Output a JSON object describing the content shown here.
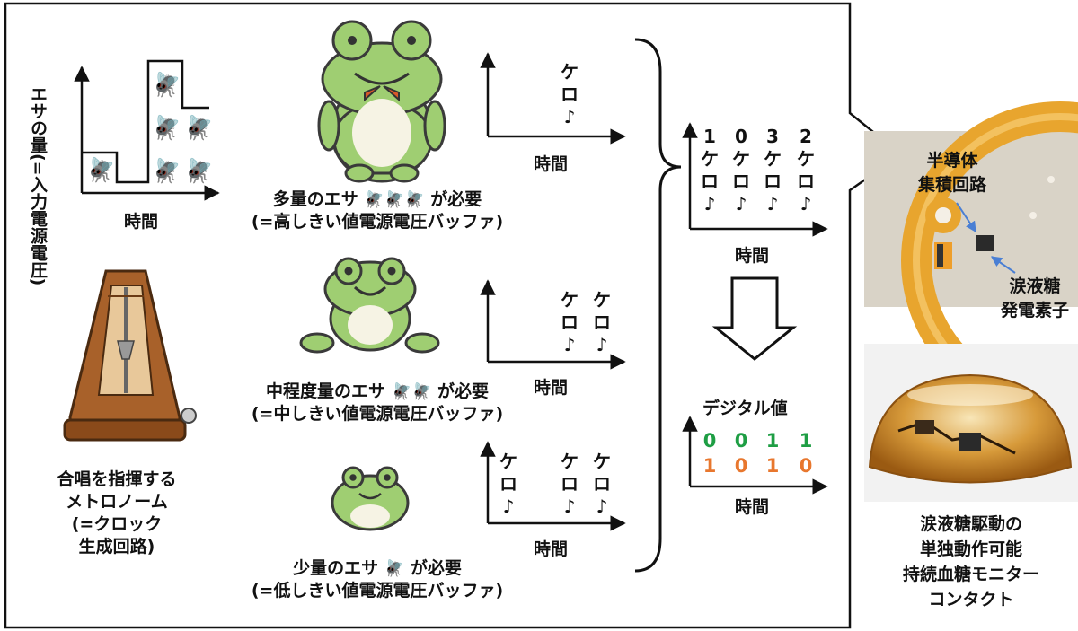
{
  "fly_chart": {
    "ylabel_line1": "エサの量",
    "ylabel_line2": "(=入力電源電圧)",
    "xlabel": "時間"
  },
  "metronome": {
    "caption_lines": [
      "合唱を指揮する",
      "メトロノーム",
      "(=クロック",
      "生成回路)"
    ]
  },
  "frogs": [
    {
      "line1_pre": "多量のエサ",
      "line1_post": "が必要",
      "line2": "(=高しきい値電源電圧バッファ)",
      "xlabel": "時間"
    },
    {
      "line1_pre": "中程度量のエサ",
      "line1_post": "が必要",
      "line2": "(=中しきい値電源電圧バッファ)",
      "xlabel": "時間"
    },
    {
      "line1_pre": "少量のエサ",
      "line1_post": "が必要",
      "line2": "(=低しきい値電源電圧バッファ)",
      "xlabel": "時間"
    }
  ],
  "kero": {
    "k1": "ケ",
    "k2": "ロ",
    "k3": "♪"
  },
  "combined": {
    "counts": [
      "1",
      "0",
      "3",
      "2"
    ],
    "xlabel": "時間"
  },
  "digital": {
    "title": "デジタル値",
    "row1": [
      "0",
      "0",
      "1",
      "1"
    ],
    "row2": [
      "1",
      "0",
      "1",
      "0"
    ],
    "row1_color": "#1e9e44",
    "row2_color": "#e8772e",
    "xlabel": "時間"
  },
  "photo_top": {
    "label_chip_lines": [
      "半導体",
      "集積回路"
    ],
    "label_cell_lines": [
      "涙液糖",
      "発電素子"
    ]
  },
  "photo_bottom": {
    "caption_lines": [
      "涙液糖駆動の",
      "単独動作可能",
      "持続血糖モニター",
      "コンタクト"
    ]
  }
}
